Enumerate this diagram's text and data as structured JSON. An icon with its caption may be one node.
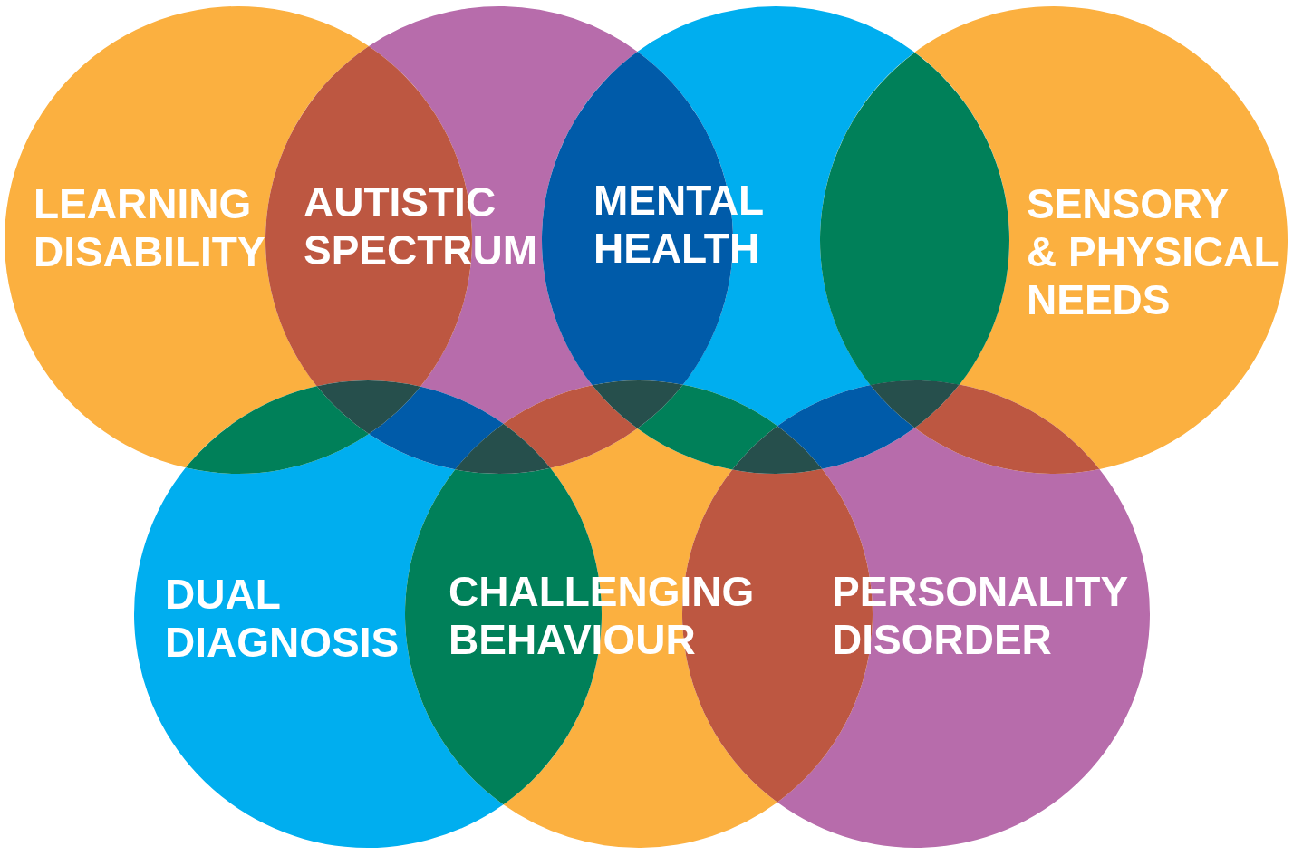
{
  "diagram": {
    "nodes": [
      {
        "text": [
          "LEARNING DISABILITY"
        ]
      },
      {
        "text": [
          "AUTISTIC SPECTRUM"
        ]
      },
      {
        "text": [
          "MENTAL HEALTH"
        ]
      },
      {
        "text": [
          "SENSORY & PHYSICAL NEEDS"
        ]
      },
      {
        "text": [
          "DUAL DIAGNOSIS"
        ]
      },
      {
        "text": [
          "CHALLENGING BEHAVIOUR"
        ]
      },
      {
        "text": [
          "PERSONALITY DISORDER"
        ]
      }
    ]
  }
}
